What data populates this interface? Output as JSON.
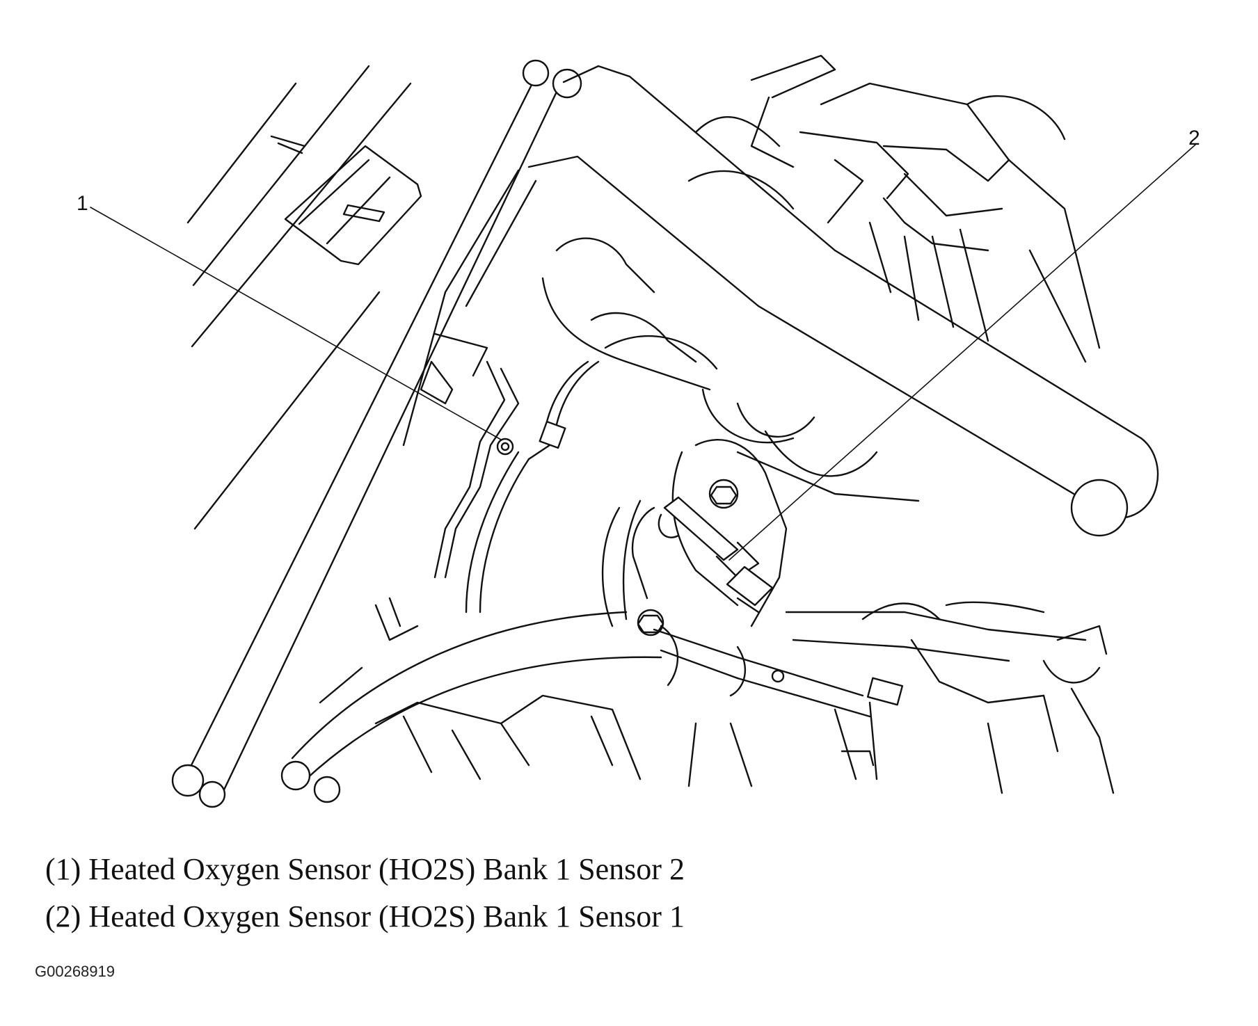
{
  "callouts": {
    "one": "1",
    "two": "2"
  },
  "legend": [
    "(1) Heated Oxygen Sensor (HO2S) Bank 1 Sensor 2",
    "(2) Heated Oxygen Sensor (HO2S) Bank 1 Sensor 1"
  ],
  "figure_id": "G00268919"
}
